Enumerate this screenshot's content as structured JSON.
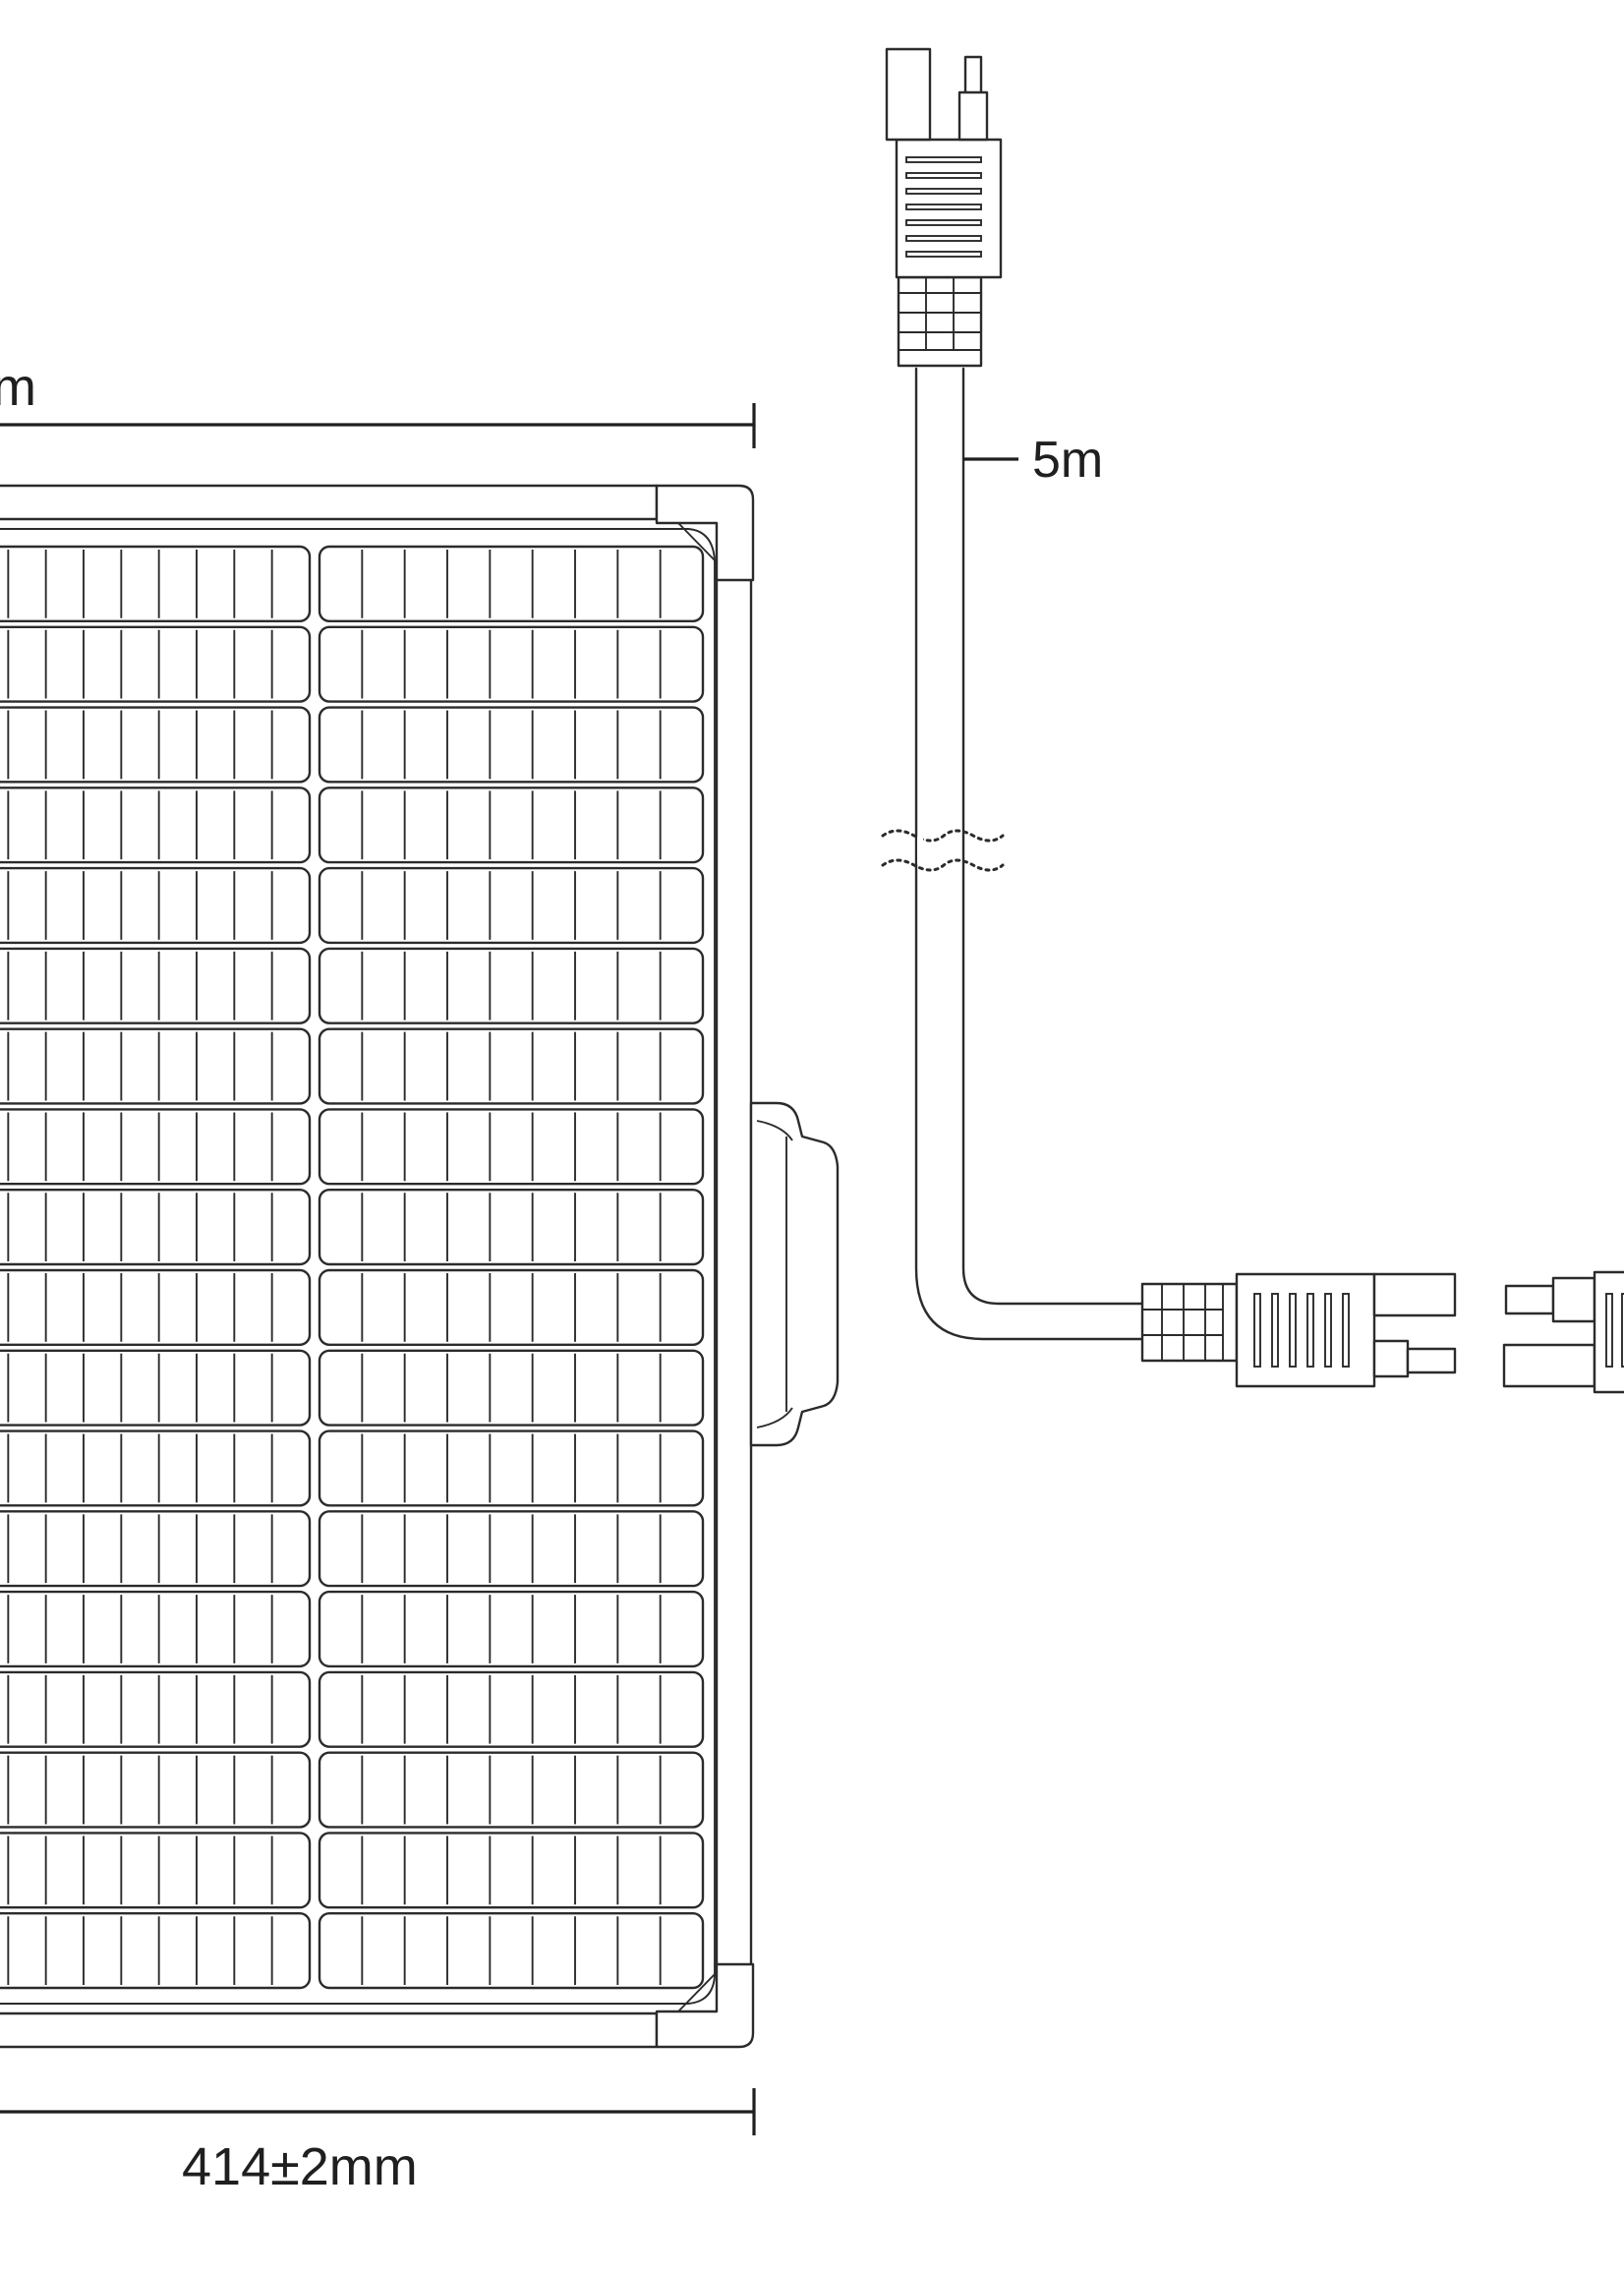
{
  "labels": {
    "width_dimension": "414±2mm",
    "height_dimension_fragment": "m",
    "cable_length": "5m"
  },
  "panel": {
    "cell_rows": 18,
    "cells_per_half_row": 9
  },
  "colors": {
    "line": "#2b2b2b",
    "background": "#ffffff"
  }
}
